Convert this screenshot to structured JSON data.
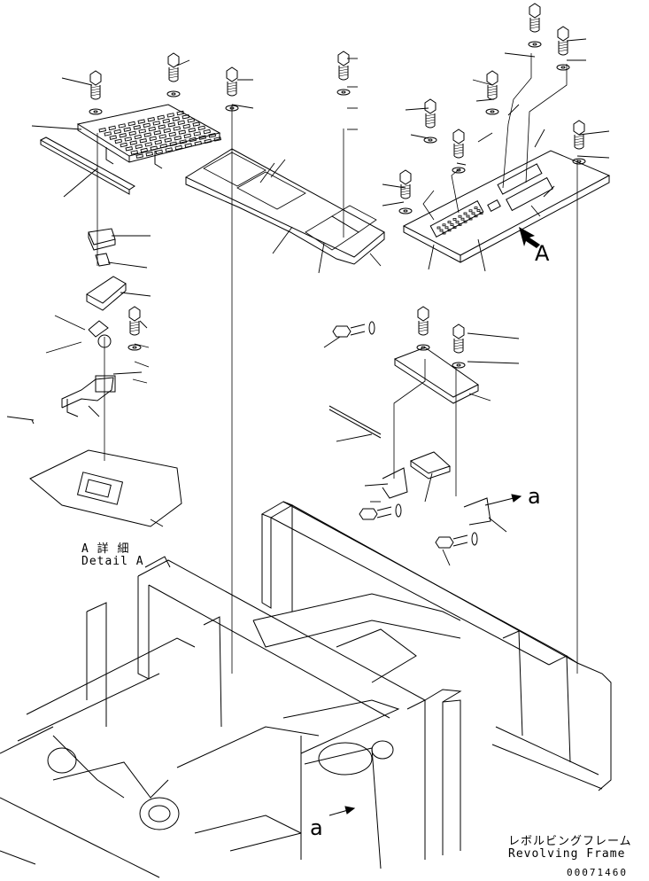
{
  "view_a_marker": "A",
  "detail": {
    "ja": "A 詳 細",
    "en": "Detail A"
  },
  "arrow_label_top": "a",
  "arrow_label_bottom": "a",
  "frame_caption": {
    "ja": "レボルビングフレーム",
    "en": "Revolving Frame"
  },
  "figure_number": "00071460",
  "colors": {
    "ink": "#000000",
    "paper": "#ffffff"
  }
}
